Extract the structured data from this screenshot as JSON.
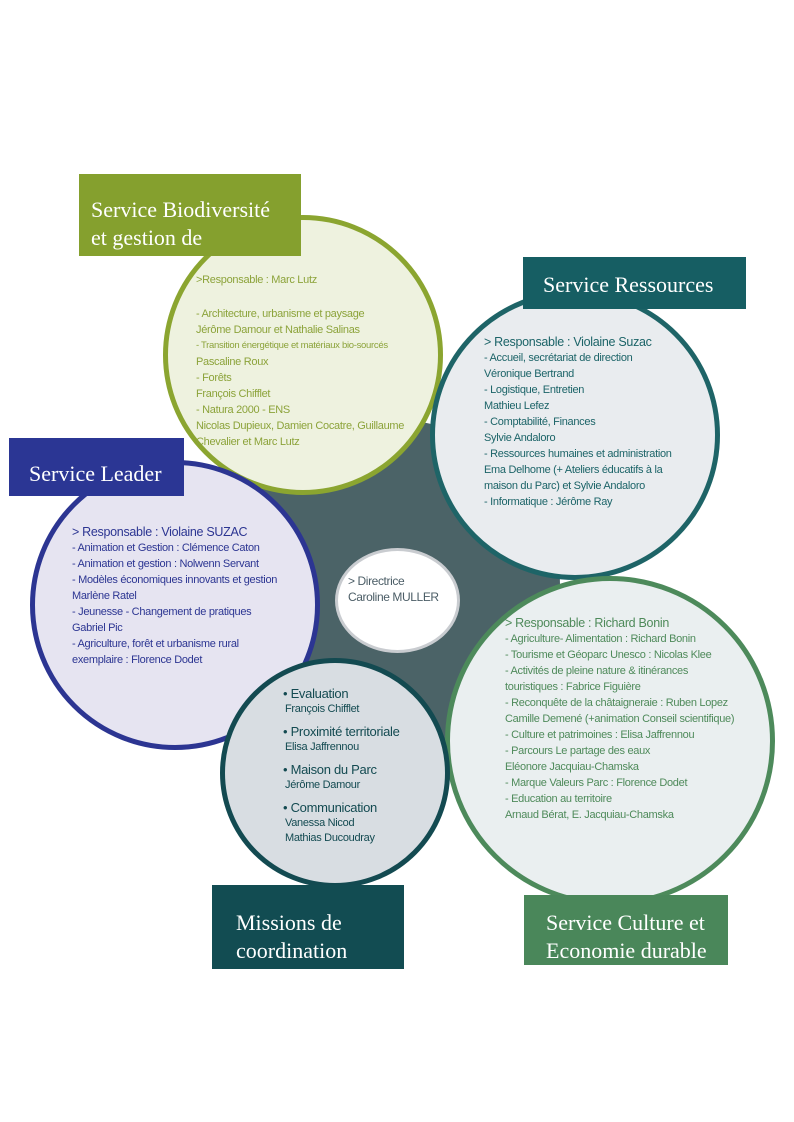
{
  "director": {
    "line1": "> Directrice",
    "line2": "Caroline MULLER"
  },
  "biodiversite": {
    "title_line1": "Service Biodiversité",
    "title_line2": "et gestion de",
    "responsable": ">Responsable : Marc Lutz",
    "lines": [
      "- Architecture, urbanisme et paysage",
      "Jérôme Damour et Nathalie Salinas",
      "- Transition énergétique et matériaux bio-sourcés",
      "Pascaline Roux",
      "- Forêts",
      "François Chifflet",
      "- Natura 2000 - ENS",
      "Nicolas Dupieux, Damien Cocatre, Guillaume",
      "Chevalier et Marc Lutz"
    ],
    "color": "#8ba530"
  },
  "ressources": {
    "title": "Service Ressources",
    "responsable": "> Responsable : Violaine Suzac",
    "lines": [
      "- Accueil, secrétariat de direction",
      "Véronique Bertrand",
      "- Logistique, Entretien",
      "Mathieu Lefez",
      "- Comptabilité, Finances",
      "Sylvie Andaloro",
      "- Ressources humaines et administration",
      "Ema Delhome (+ Ateliers éducatifs à la",
      "maison du Parc) et Sylvie Andaloro",
      "- Informatique : Jérôme Ray"
    ],
    "color": "#1e6467"
  },
  "leader": {
    "title": "Service Leader",
    "responsable": "> Responsable : Violaine SUZAC",
    "lines": [
      "- Animation et Gestion : Clémence Caton",
      "- Animation et gestion : Nolwenn Servant",
      "- Modèles économiques innovants et gestion",
      "Marlène Ratel",
      "- Jeunesse - Changement de pratiques",
      "Gabriel Pic",
      "- Agriculture, forêt et urbanisme rural",
      "exemplaire : Florence Dodet"
    ],
    "color": "#2c3592"
  },
  "culture": {
    "title_line1": "Service Culture et",
    "title_line2": "Economie durable",
    "responsable": "> Responsable : Richard Bonin",
    "lines": [
      "- Agriculture- Alimentation : Richard Bonin",
      "- Tourisme et Géoparc Unesco : Nicolas Klee",
      "- Activités de pleine nature & itinérances",
      "touristiques : Fabrice Figuière",
      "- Reconquête de la châtaigneraie : Ruben Lopez",
      "Camille Demené (+animation Conseil scientifique)",
      "- Culture et patrimoines : Elisa Jaffrennou",
      "- Parcours Le partage des eaux",
      "Eléonore Jacquiau-Chamska",
      "- Marque Valeurs Parc : Florence Dodet",
      "- Education au territoire",
      "Arnaud Bérat, E. Jacquiau-Chamska"
    ],
    "color": "#4d8a5b"
  },
  "coordination": {
    "title_line1": "Missions de",
    "title_line2": "coordination",
    "items": [
      {
        "title": "• Evaluation",
        "names": [
          "François Chifflet"
        ]
      },
      {
        "title": "• Proximité territoriale",
        "names": [
          "Elisa Jaffrennou"
        ]
      },
      {
        "title": "• Maison du Parc",
        "names": [
          "Jérôme Damour"
        ]
      },
      {
        "title": "• Communication",
        "names": [
          "Vanessa Nicod",
          "Mathias Ducoudray"
        ]
      }
    ],
    "color": "#134a51"
  }
}
